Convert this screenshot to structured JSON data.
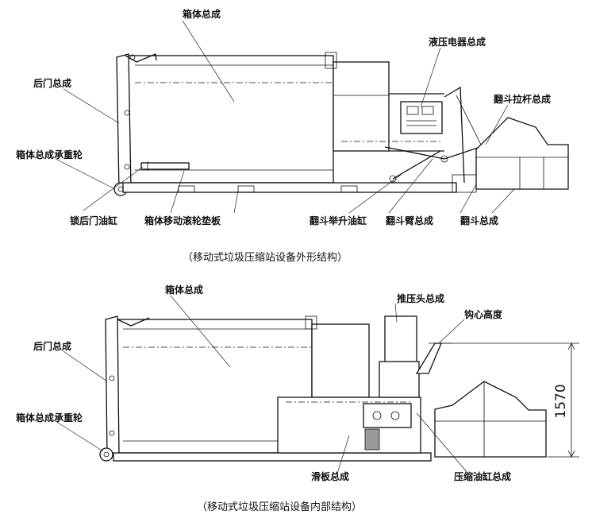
{
  "top": {
    "labels": {
      "box_assembly": "箱体总成",
      "rear_door": "后门总成",
      "load_wheel": "箱体总成承重轮",
      "lock_cylinder": "锁后门油缸",
      "roller_plate": "箱体移动滚轮垫板",
      "hydraulic_electrical": "液压电器总成",
      "tipper_rod": "翻斗拉杆总成",
      "tipper_lift_cylinder": "翻斗举升油缸",
      "tipper_arm": "翻斗臂总成",
      "tipper_bucket": "翻斗总成"
    },
    "caption": "（移动式垃圾压缩站设备外形结构）"
  },
  "bottom": {
    "labels": {
      "box_assembly": "箱体总成",
      "rear_door": "后门总成",
      "load_wheel": "箱体总成承重轮",
      "push_head": "推压头总成",
      "hook_height": "钩心高度",
      "slide_plate": "滑板总成",
      "compress_cylinder": "压缩油缸总成"
    },
    "dimension": "1570",
    "caption": "（移动式垃圾压缩站设备内部结构）"
  }
}
